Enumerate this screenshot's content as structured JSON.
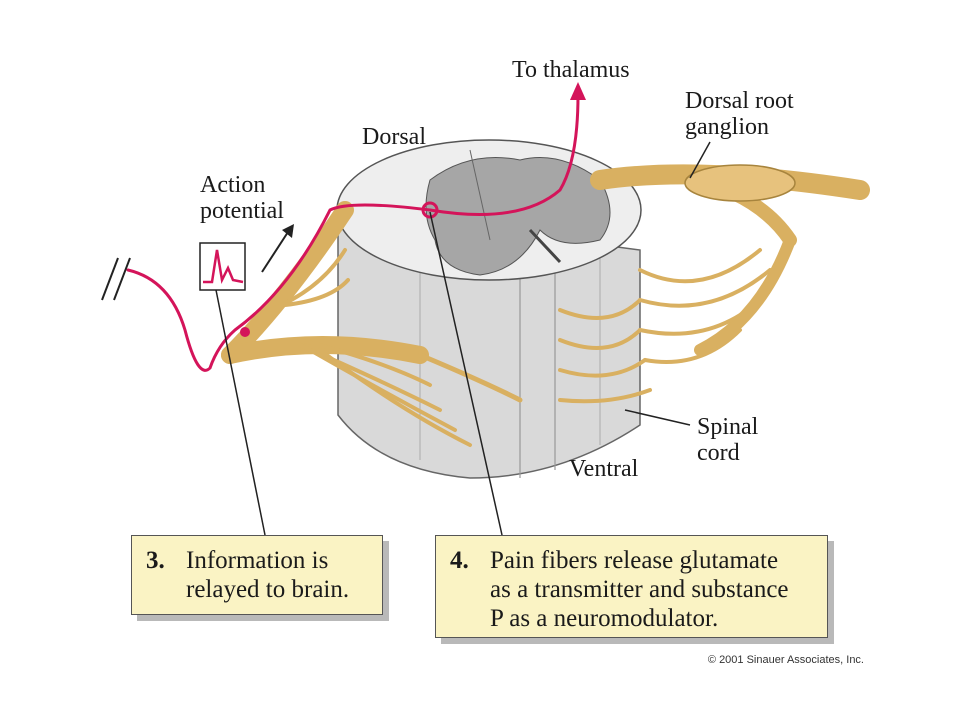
{
  "labels": {
    "to_thalamus": "To thalamus",
    "dorsal_root_line1": "Dorsal root",
    "dorsal_root_line2": "ganglion",
    "dorsal": "Dorsal",
    "action_line1": "Action",
    "action_line2": "potential",
    "spinal_line1": "Spinal",
    "spinal_line2": "cord",
    "ventral": "Ventral"
  },
  "boxes": [
    {
      "number": "3.",
      "lines": [
        "Information is",
        "relayed to brain."
      ]
    },
    {
      "number": "4.",
      "lines": [
        "Pain fibers release glutamate",
        "as a transmitter and substance",
        "P as a neuromodulator."
      ]
    }
  ],
  "copyright": "© 2001 Sinauer Associates, Inc.",
  "colors": {
    "pathway": "#d4145a",
    "nerve": "#e6c07a",
    "cord": "#e4e4e4",
    "gray_matter": "#9a9a9a",
    "box_fill": "#faf3c4"
  }
}
